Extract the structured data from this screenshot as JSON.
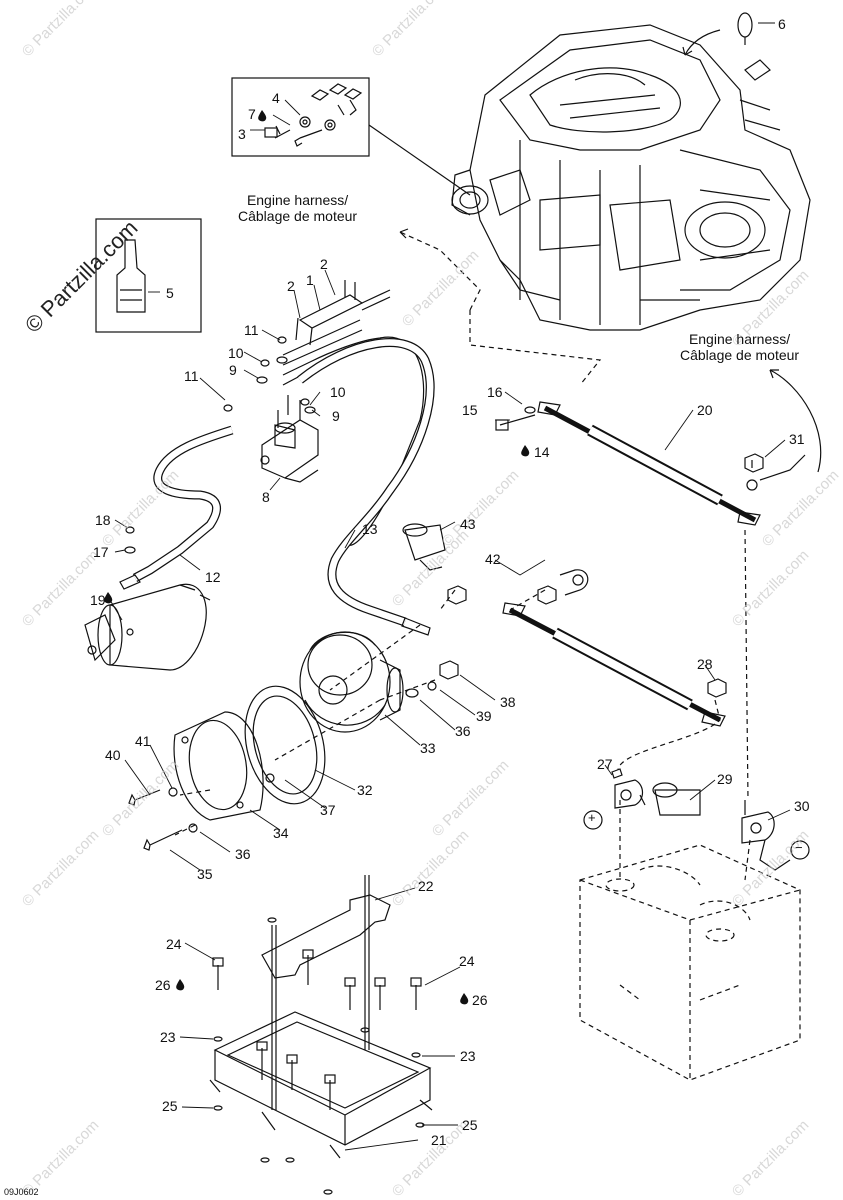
{
  "watermark": "© Partzilla.com",
  "drawing_code": "09J0602",
  "harness_labels": [
    {
      "line1": "Engine harness/",
      "line2": "Câblage de moteur"
    },
    {
      "line1": "Engine harness/",
      "line2": "Câblage de moteur"
    }
  ],
  "callouts": [
    "1",
    "2",
    "2",
    "3",
    "4",
    "5",
    "6",
    "7",
    "8",
    "9",
    "9",
    "10",
    "10",
    "11",
    "11",
    "12",
    "13",
    "14",
    "15",
    "16",
    "17",
    "18",
    "19",
    "20",
    "21",
    "22",
    "23",
    "23",
    "24",
    "24",
    "25",
    "25",
    "26",
    "26",
    "27",
    "28",
    "29",
    "30",
    "31",
    "32",
    "33",
    "34",
    "35",
    "36",
    "36",
    "37",
    "38",
    "39",
    "40",
    "41",
    "42",
    "43"
  ],
  "terminal_symbols": {
    "positive": "+",
    "negative": "−"
  }
}
